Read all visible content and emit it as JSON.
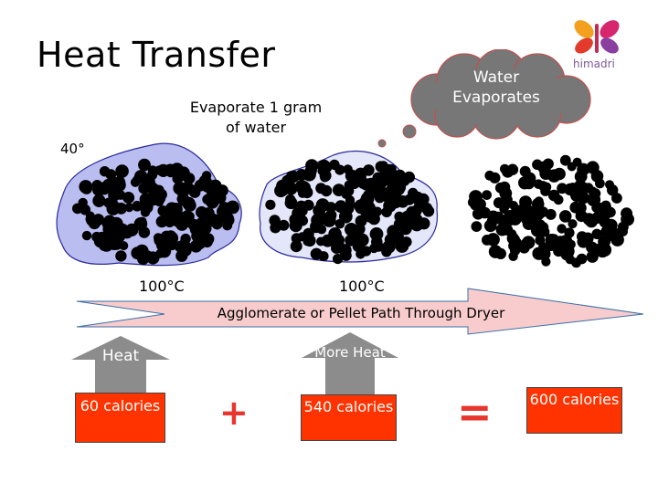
{
  "title": "Heat Transfer",
  "logo_text": "himadri",
  "cloud_text": "Water Evaporates",
  "evap_label": "Evaporate 1 gram of water",
  "temp_start": "40°",
  "temp_mid1": "100°C",
  "temp_mid2": "100°C",
  "path_label": "Agglomerate or Pellet Path Through Dryer",
  "heat_label": "Heat",
  "more_heat_label": "More Heat",
  "box1": "60 calories",
  "box2": "540 calories",
  "box3": "600 calories",
  "plus_sign": "+",
  "equals_sign": "=",
  "colors": {
    "box_red": "#ff3300",
    "arrow_pink": "#f8cccc",
    "up_arrow_gray": "#8c8c8c",
    "cloud_gray": "#777777",
    "water_fill": "#b9bdf0",
    "operator_red": "#e8352d"
  }
}
